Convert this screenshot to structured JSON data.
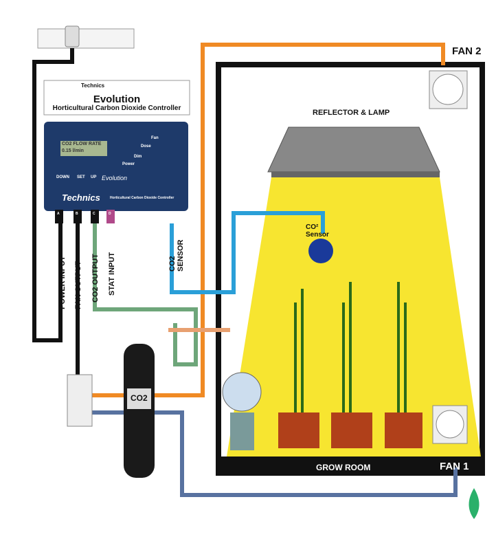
{
  "controller": {
    "brand": "Technics",
    "title": "Evolution",
    "subtitle": "Horticultural Carbon Dioxide Controller",
    "lcd_line1": "CO2 FLOW RATE",
    "lcd_line2": "0.15 l/min",
    "buttons": [
      "DOWN",
      "SET",
      "UP"
    ],
    "leds": [
      "Fan",
      "Dose",
      "Dim",
      "Power"
    ],
    "model": "Evolution",
    "front_brand": "Technics",
    "front_subtitle": "Horticultural Carbon Dioxide Controller",
    "ports": [
      "A",
      "B",
      "C",
      "D"
    ]
  },
  "ports_labels": {
    "power": "POWER INPUT",
    "fan": "FAN OUTPUT",
    "co2": "CO2 OUTPUT",
    "stat": "STAT INPUT",
    "sensor_line1": "CO2",
    "sensor_line2": "SENSOR"
  },
  "room": {
    "reflector": "REFLECTOR & LAMP",
    "sensor": "CO² Sensor",
    "grow_room": "GROW ROOM",
    "fan1": "FAN 1",
    "fan2": "FAN 2",
    "bottle": "CO2"
  },
  "colors": {
    "orange": "#f08a24",
    "blue": "#2a9fd8",
    "green": "#6ea67a",
    "navy": "#5872a0",
    "light": "#f6e21a"
  }
}
